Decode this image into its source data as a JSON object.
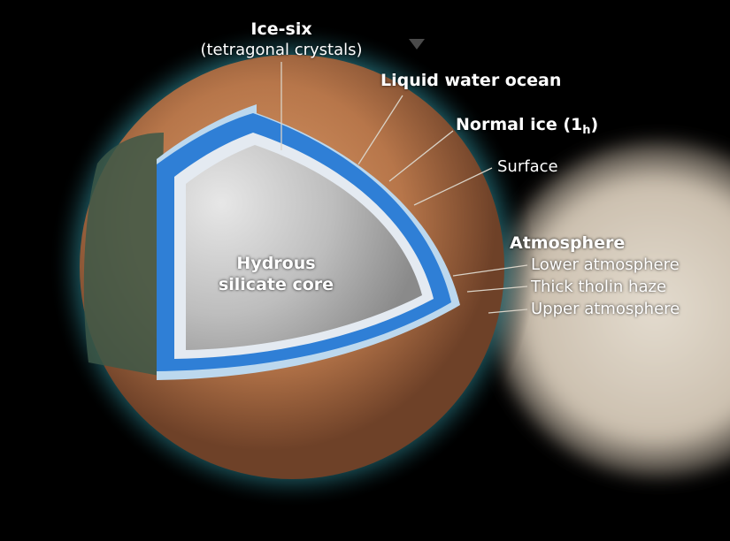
{
  "colors": {
    "background": "#000000",
    "core": "#b9b9b9",
    "ice_six": "#dfe6ee",
    "ocean": "#2f7fd6",
    "normal_ice": "#bcd8ee",
    "surface": "#b9774a",
    "atmosphere_glow": "#3aa3b0",
    "leader_line": "#d9d2c6",
    "text": "#ffffff"
  },
  "labels": {
    "ice_six": {
      "title": "Ice-six",
      "sub": "(tetragonal crystals)"
    },
    "liquid_water_ocean": "Liquid water ocean",
    "normal_ice": {
      "text": "Normal ice (1",
      "subscript": "h",
      "close": ")"
    },
    "surface": "Surface",
    "core": {
      "line1": "Hydrous",
      "line2": "silicate core"
    },
    "atmosphere": {
      "title": "Atmosphere",
      "lower": "Lower atmosphere",
      "haze": "Thick tholin haze",
      "upper": "Upper atmosphere"
    }
  }
}
